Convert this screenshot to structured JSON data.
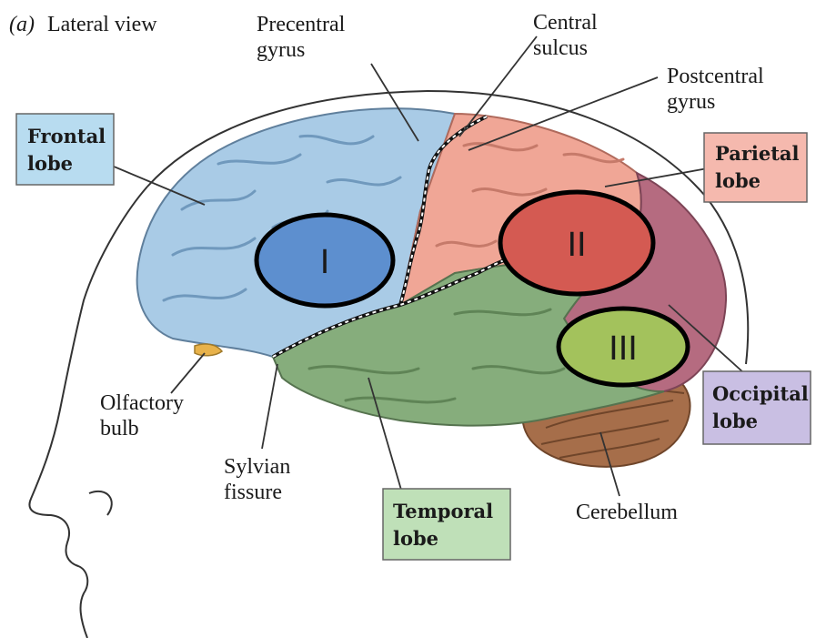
{
  "panel": {
    "prefix": "(a)",
    "title": "Lateral view"
  },
  "labels": {
    "precentral_1": "Precentral",
    "precentral_2": "gyrus",
    "central_1": "Central",
    "central_2": "sulcus",
    "postcentral_1": "Postcentral",
    "postcentral_2": "gyrus",
    "olfactory_1": "Olfactory",
    "olfactory_2": "bulb",
    "sylvian_1": "Sylvian",
    "sylvian_2": "fissure",
    "cerebellum": "Cerebellum"
  },
  "boxes": {
    "frontal": {
      "line1": "Frontal",
      "line2": "lobe",
      "color": "#b8dcf0"
    },
    "parietal": {
      "line1": "Parietal",
      "line2": "lobe",
      "color": "#f5b9ae"
    },
    "occipital": {
      "line1": "Occipital",
      "line2": "lobe",
      "color": "#c9bfe3"
    },
    "temporal": {
      "line1": "Temporal",
      "line2": "lobe",
      "color": "#bfe0b8"
    }
  },
  "regions": [
    {
      "numeral": "I",
      "color": "#5d8fcf"
    },
    {
      "numeral": "II",
      "color": "#d45a52"
    },
    {
      "numeral": "III",
      "color": "#a3c25c"
    }
  ],
  "colors": {
    "frontal_lobe": "#a9cbe6",
    "parietal_lobe": "#f0a696",
    "occipital_lobe": "#b56b80",
    "temporal_lobe": "#86ad7c",
    "cerebellum": "#a66e4a",
    "olfactory_bulb": "#e8b24a"
  }
}
